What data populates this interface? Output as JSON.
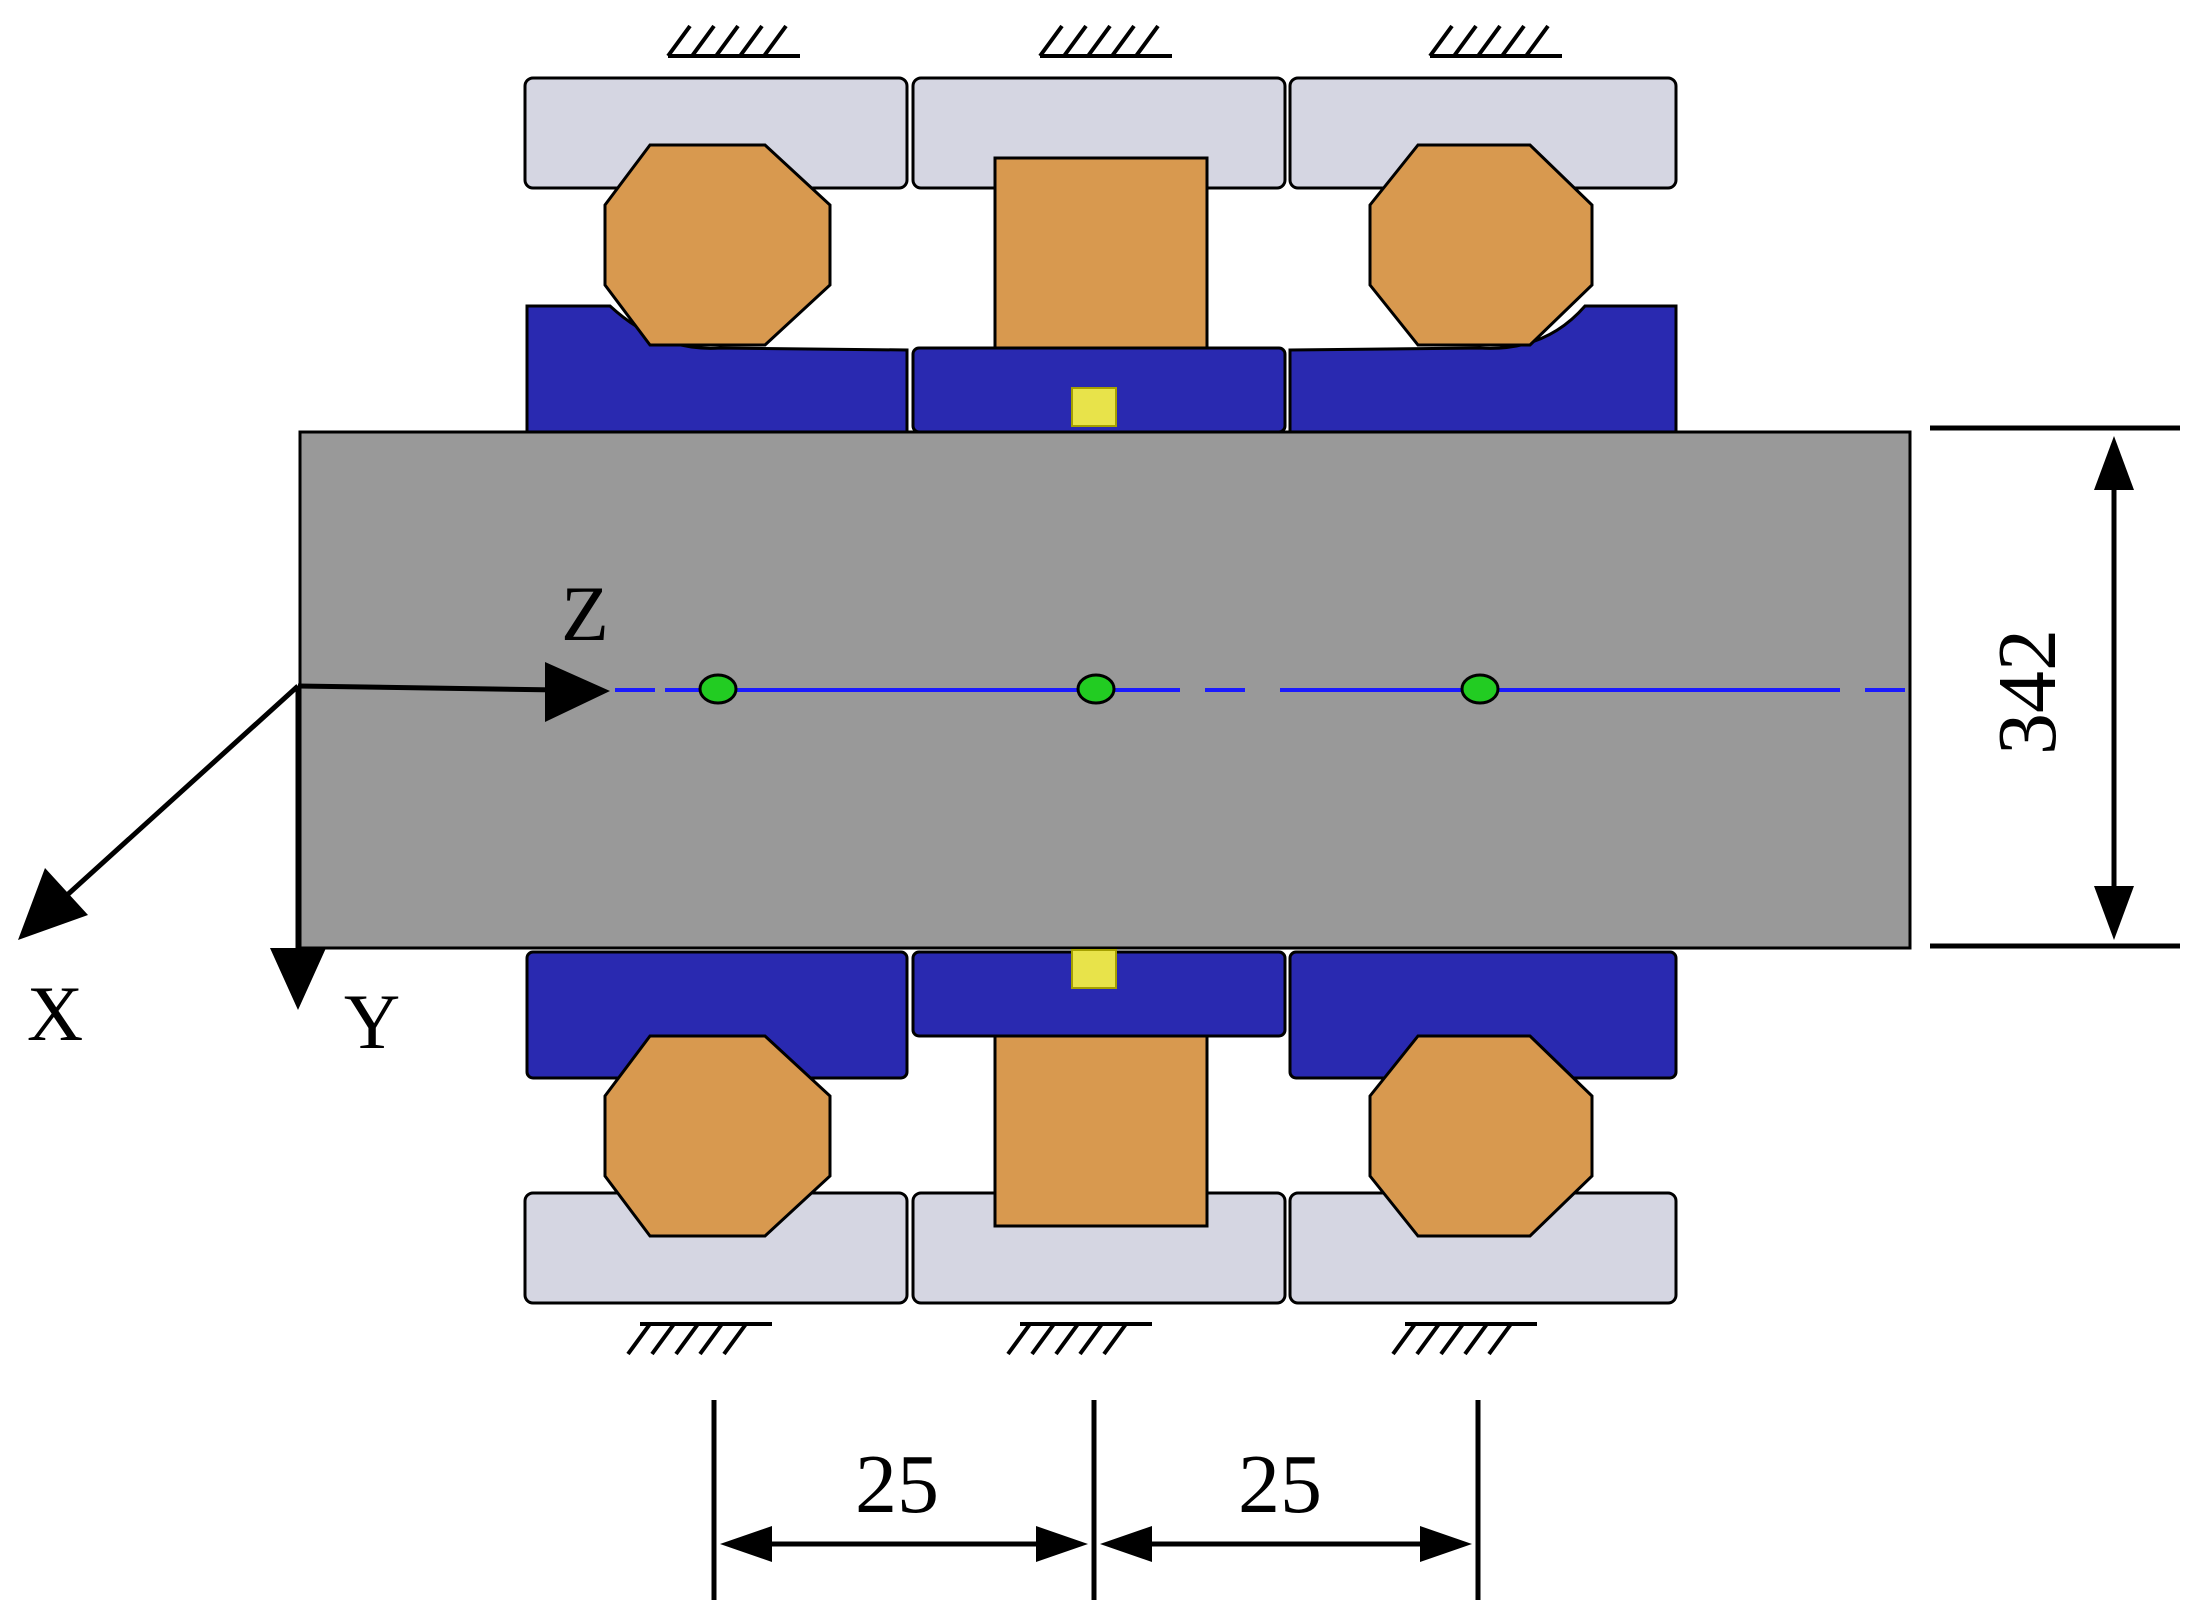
{
  "axes": {
    "x_label": "X",
    "y_label": "Y",
    "z_label": "Z"
  },
  "dimensions": {
    "shaft_diameter": "342",
    "spacing_left": "25",
    "spacing_right": "25"
  },
  "colors": {
    "shaft": "#999999",
    "inner_ring": "#2929b0",
    "outer_ring": "#d5d6e2",
    "rolling_element": "#d8994f",
    "center_line": "#1a1aff",
    "node": "#22cc22",
    "marker": "#e8e34a"
  },
  "components": {
    "bearings": [
      {
        "position": "left",
        "roller": "ball",
        "ground_icon": "hatch-ground-icon"
      },
      {
        "position": "center",
        "roller": "cylindrical",
        "ground_icon": "hatch-ground-icon"
      },
      {
        "position": "right",
        "roller": "ball",
        "ground_icon": "hatch-ground-icon"
      }
    ]
  }
}
